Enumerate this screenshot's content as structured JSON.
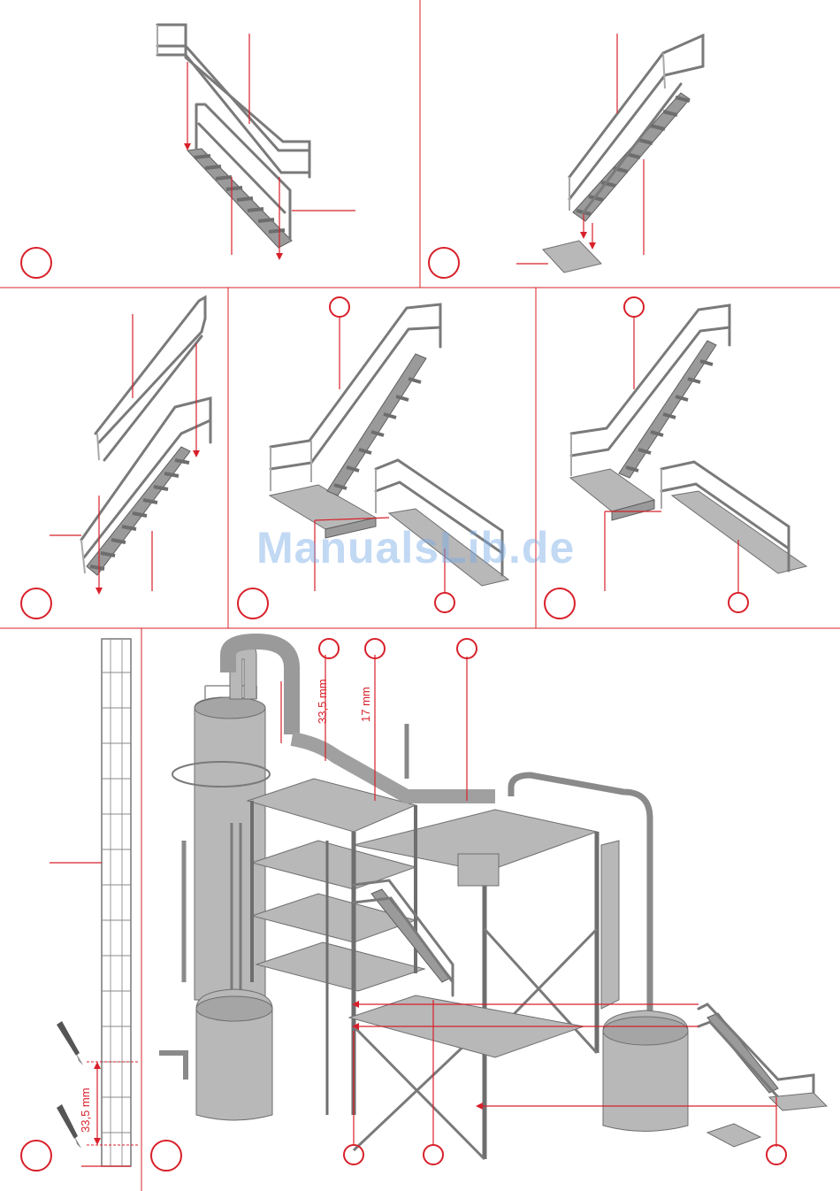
{
  "watermark": "ManualsLib.de",
  "dimensions": {
    "tower_offset": "33,5 mm",
    "platform_height": "17 mm",
    "cut_length": "33,5 mm"
  },
  "colors": {
    "accent": "#d8202a",
    "model_gray": "#b8b8b8"
  }
}
